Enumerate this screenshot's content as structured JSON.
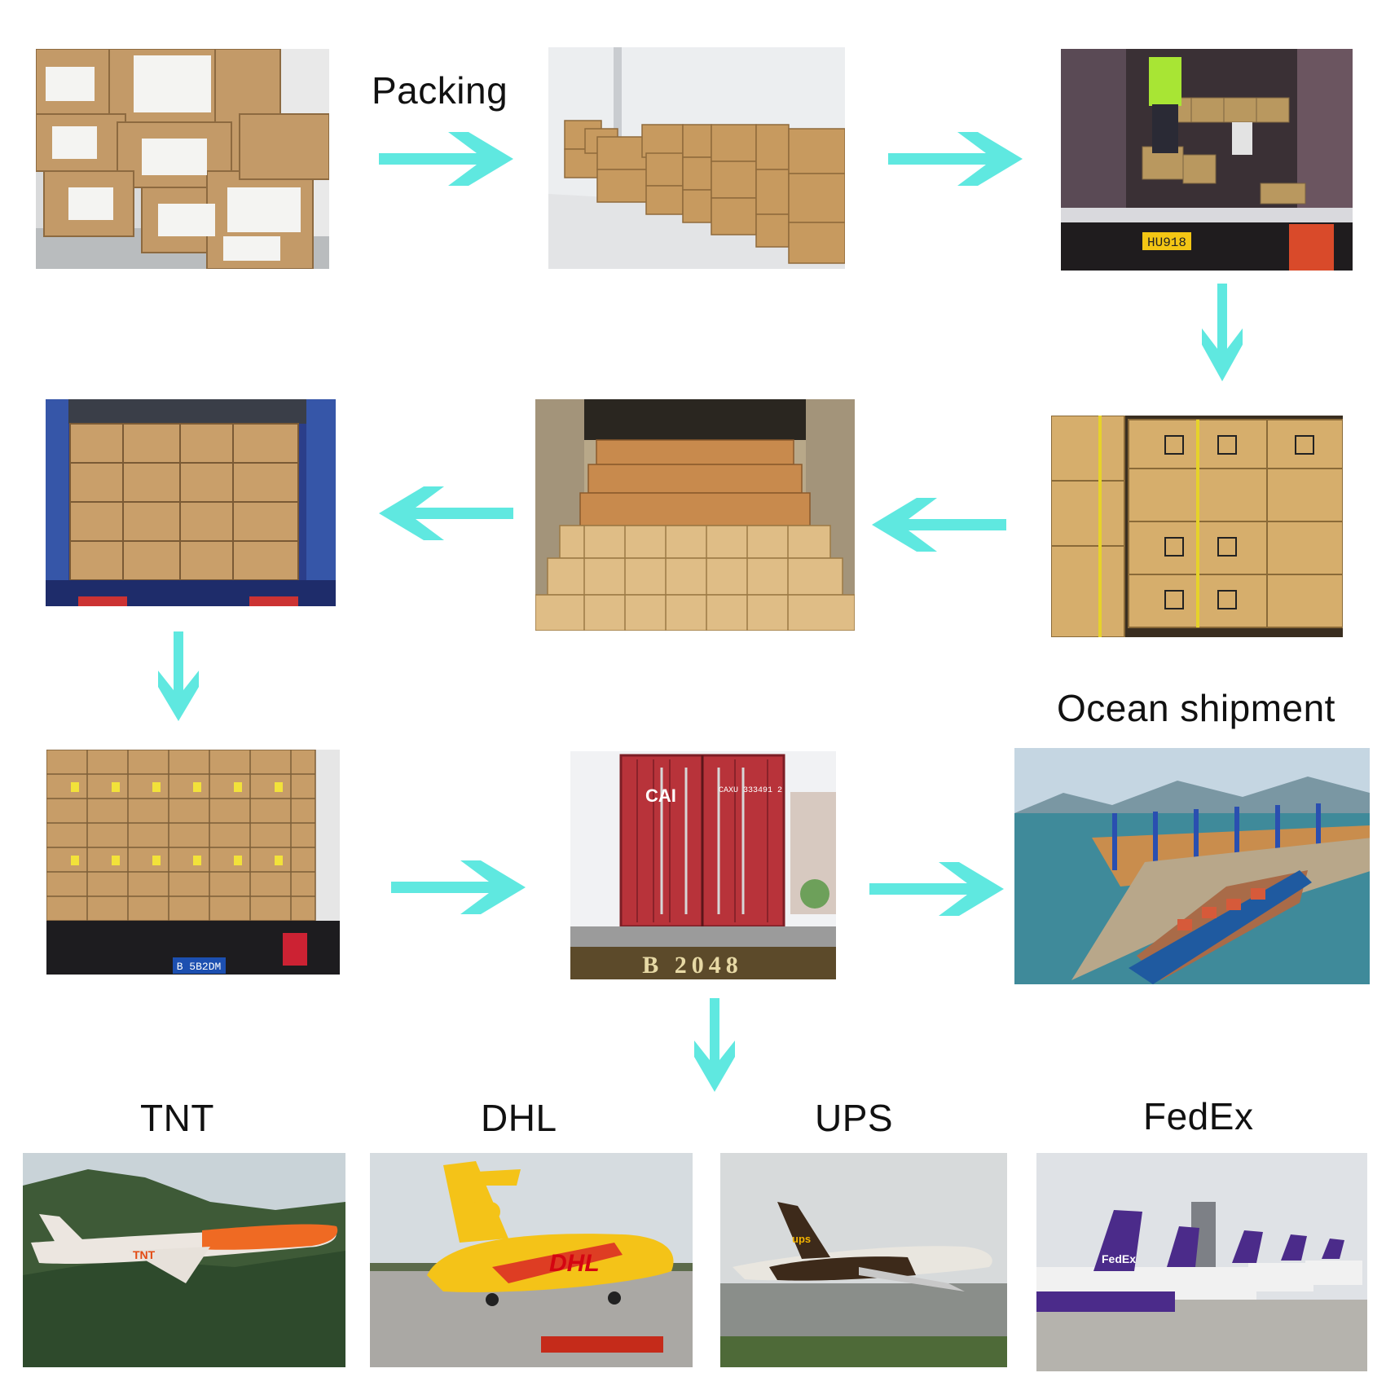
{
  "labels": {
    "packing": "Packing",
    "ocean": "Ocean shipment",
    "tnt": "TNT",
    "dhl": "DHL",
    "ups": "UPS",
    "fedex": "FedEx"
  },
  "plates": {
    "truck": "HU918",
    "truck2": "B 5B2DM",
    "trailer": "B 2048",
    "container_mark": "CAI",
    "container_id": "CAXU 333491 2",
    "dhl_logo": "DHL",
    "tnt_logo": "TNT",
    "ups_logo": "ups",
    "fedex_logo": "FedEx"
  },
  "colors": {
    "arrow": "#5fe8e0",
    "cardboard": "#c89d64",
    "container_red": "#b8333a",
    "sea": "#3f8a9a"
  }
}
